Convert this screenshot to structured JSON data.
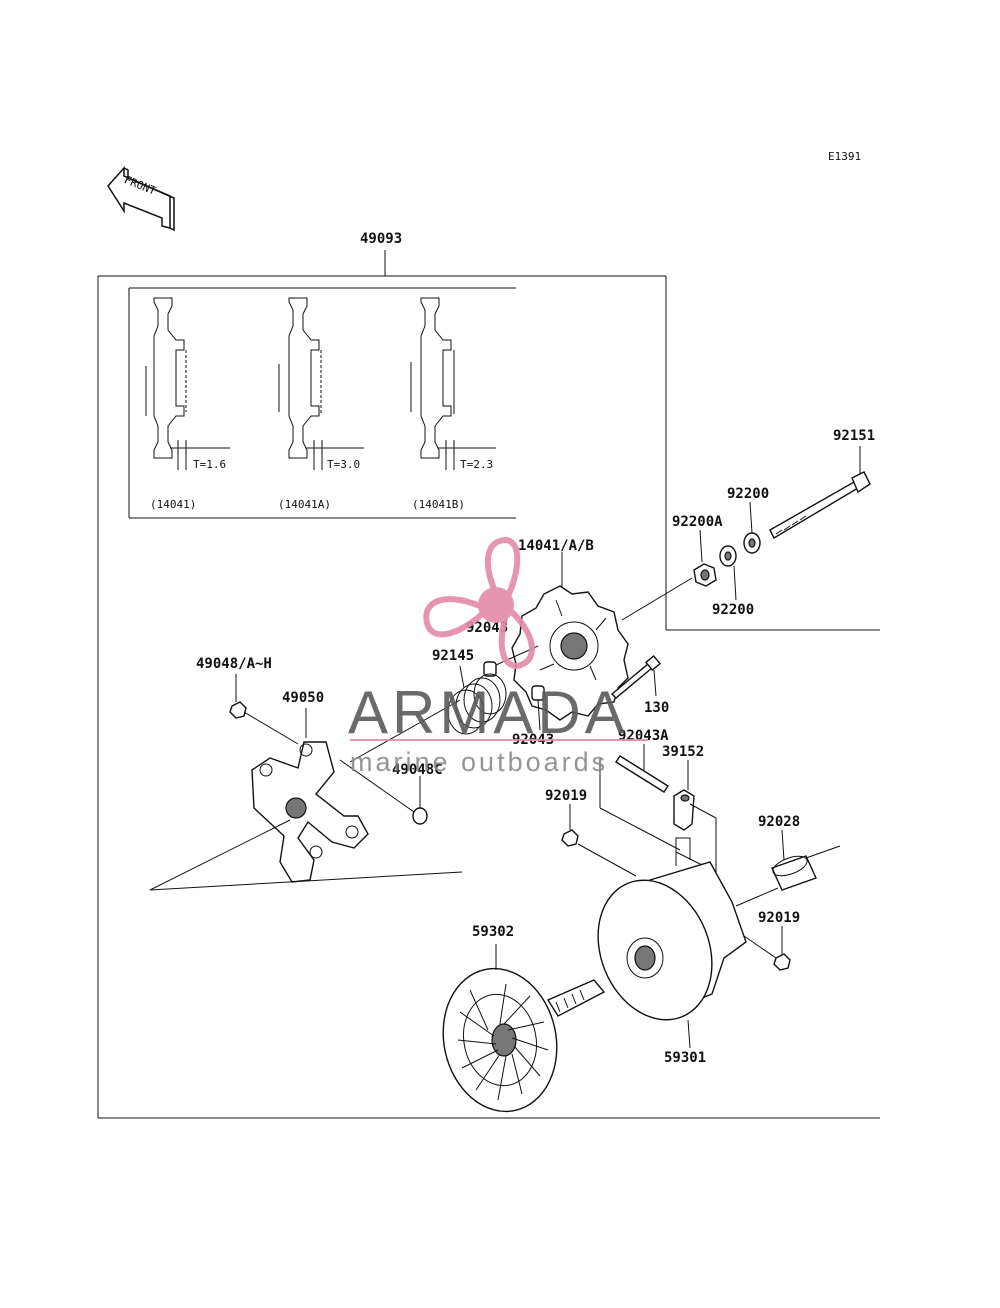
{
  "diagram_code": "E1391",
  "front_label": "FRONT",
  "assembly_label": "49093",
  "shims": [
    {
      "thickness": "T=1.6",
      "part": "(14041)"
    },
    {
      "thickness": "T=3.0",
      "part": "(14041A)"
    },
    {
      "thickness": "T=2.3",
      "part": "(14041B)"
    }
  ],
  "parts": {
    "p92151": "92151",
    "p92200_top": "92200",
    "p92200A": "92200A",
    "p92200_bottom": "92200",
    "p14041": "14041/A/B",
    "p92043_top": "92043",
    "p92145": "92145",
    "p49048": "49048/A~H",
    "p49050": "49050",
    "p130": "130",
    "p92043_bottom": "92043",
    "p92043A": "92043A",
    "p39152": "39152",
    "p49048C": "49048C",
    "p92019_top": "92019",
    "p92028": "92028",
    "p92019_bottom": "92019",
    "p59302": "59302",
    "p59301": "59301"
  },
  "watermark": {
    "brand": "ARMADA",
    "tagline": "marine outboards",
    "color": "#e48aa8"
  }
}
